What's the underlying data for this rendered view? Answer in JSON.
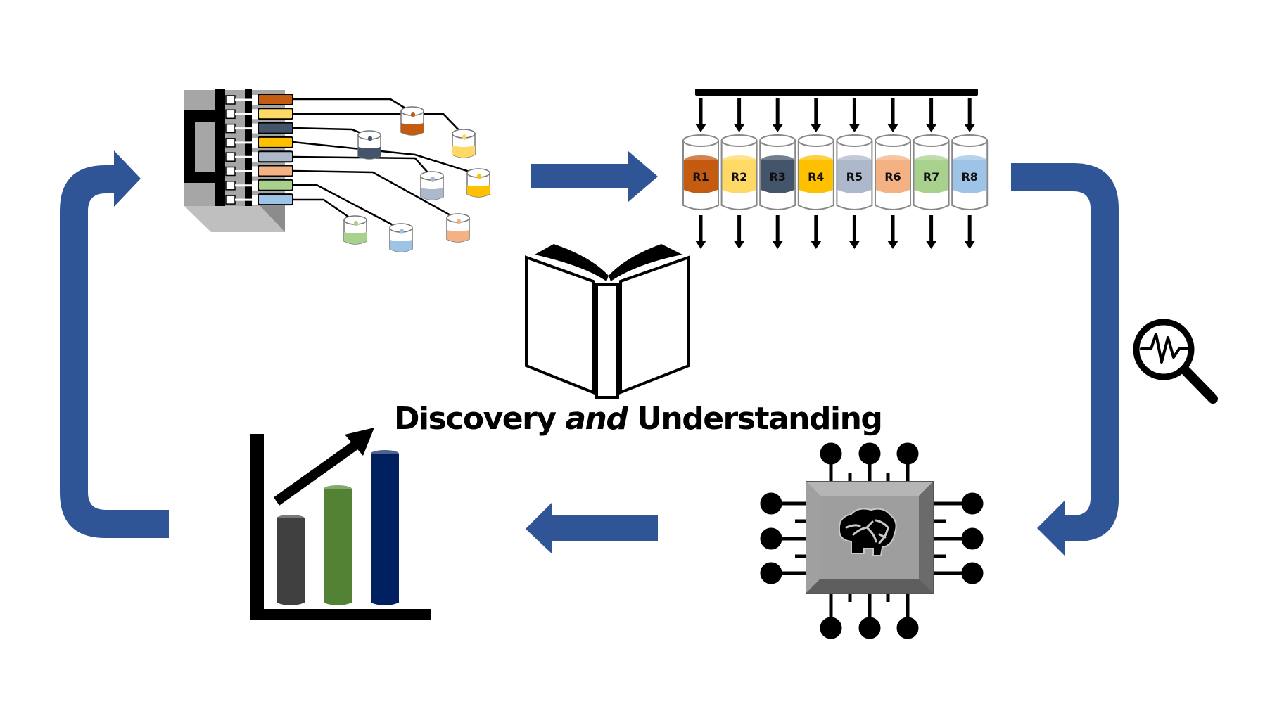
{
  "diagram": {
    "title_parts": {
      "before": "Discovery ",
      "emphasis": "and",
      "after": " Understanding"
    },
    "arrow_color": "#2F5597",
    "cycle_steps": [
      {
        "id": "liquid-handling",
        "icon": "syringe-pump-icon",
        "description": "Automated syringe pump dispensing reagents into vials"
      },
      {
        "id": "parallel-reactors",
        "icon": "reactor-array-icon",
        "description": "Parallel reactor array R1–R8"
      },
      {
        "id": "analysis",
        "icon": "magnifier-signal-icon",
        "description": "Analytical characterization"
      },
      {
        "id": "machine-learning",
        "icon": "ai-chip-brain-icon",
        "description": "AI / machine learning processor"
      },
      {
        "id": "optimization",
        "icon": "rising-bar-chart-icon",
        "description": "Improving performance"
      }
    ],
    "center_icon": "open-book-icon",
    "syringe_colors": [
      "#C55A11",
      "#FFD966",
      "#44546A",
      "#FFC000",
      "#ADB9CA",
      "#F4B183",
      "#A9D18E",
      "#9DC3E6"
    ],
    "vial_colors": [
      "#C55A11",
      "#FFD966",
      "#44546A",
      "#FFC000",
      "#ADB9CA",
      "#F4B183",
      "#A9D18E",
      "#9DC3E6"
    ],
    "reactors": [
      {
        "label": "R1",
        "color": "#C55A11"
      },
      {
        "label": "R2",
        "color": "#FFD966"
      },
      {
        "label": "R3",
        "color": "#44546A"
      },
      {
        "label": "R4",
        "color": "#FFC000"
      },
      {
        "label": "R5",
        "color": "#ADB9CA"
      },
      {
        "label": "R6",
        "color": "#F4B183"
      },
      {
        "label": "R7",
        "color": "#A9D18E"
      },
      {
        "label": "R8",
        "color": "#9DC3E6"
      }
    ],
    "bar_icon_colors": [
      "#404040",
      "#548235",
      "#002060"
    ]
  }
}
